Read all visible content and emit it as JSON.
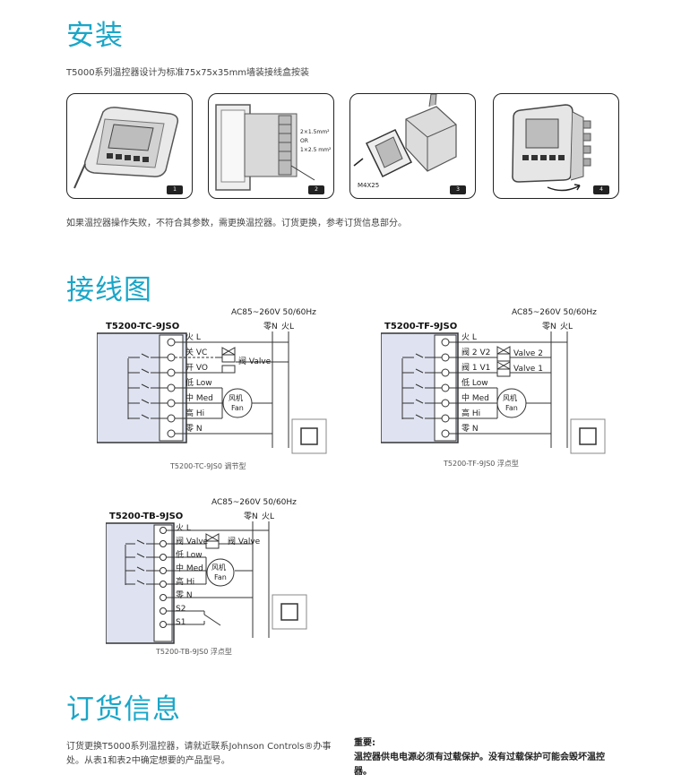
{
  "install": {
    "heading": "安装",
    "intro": "T5000系列温控器设计为标准75x75x35mm墙装接线盒按装",
    "photos": [
      {
        "num": "1"
      },
      {
        "num": "2",
        "cable1": "2×1.5mm²",
        "cable_or": "OR",
        "cable2": "1×2.5 mm²"
      },
      {
        "num": "3",
        "screw": "M4X25"
      },
      {
        "num": "4"
      }
    ],
    "note": "如果温控器操作失败，不符合其参数，需更换温控器。订货更换，参考订货信息部分。"
  },
  "wiring": {
    "heading": "接线图",
    "diagrams": [
      {
        "model": "T5200-TC-9JSO",
        "caption": "T5200-TC-9JS0 调节型",
        "supply": "AC85~260V  50/60Hz",
        "neutral": "零N",
        "live": "火L",
        "terminals": [
          "火 L",
          "关 VC",
          "开 VO",
          "低 Low",
          "中 Med",
          "高 Hi",
          "零 N"
        ],
        "valve": "阀 Valve",
        "fan_cn": "风机",
        "fan_en": "Fan"
      },
      {
        "model": "T5200-TF-9JSO",
        "caption": "T5200-TF-9JS0 浮点型",
        "supply": "AC85~260V  50/60Hz",
        "neutral": "零N",
        "live": "火L",
        "terminals": [
          "火 L",
          "阀 2 V2",
          "阀 1 V1",
          "低 Low",
          "中 Med",
          "高 Hi",
          "零 N"
        ],
        "valve2": "Valve 2",
        "valve1": "Valve 1",
        "fan_cn": "风机",
        "fan_en": "Fan"
      },
      {
        "model": "T5200-TB-9JSO",
        "caption": "T5200-TB-9JS0 浮点型",
        "supply": "AC85~260V  50/60Hz",
        "neutral": "零N",
        "live": "火L",
        "terminals": [
          "火 L",
          "阀 Valve",
          "低 Low",
          "中 Med",
          "高 Hi",
          "零 N",
          "S2",
          "S1"
        ],
        "valve": "阀 Valve",
        "fan_cn": "风机",
        "fan_en": "Fan"
      }
    ]
  },
  "order": {
    "heading": "订货信息",
    "text_line1": "订货更换T5000系列温控器，请就近联系Johnson Controls®办事",
    "text_line2": "处。从表1和表2中确定想要的产品型号。",
    "important_label": "重要:",
    "important_line1": "温控器供电电源必须有过载保护。没有过载保护可能会毁坏温控",
    "important_line2": "器。"
  },
  "colors": {
    "accent": "#1aa6c8",
    "panel": "#dfe3f1"
  }
}
